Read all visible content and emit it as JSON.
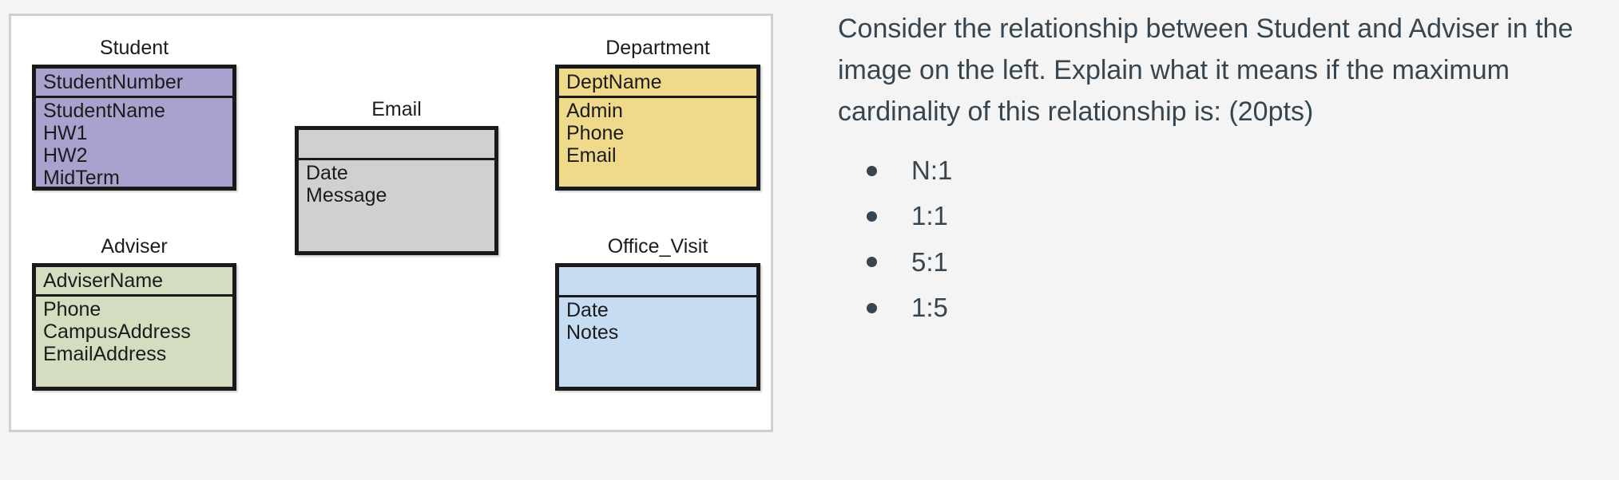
{
  "page": {
    "background_color": "#f4f4f4",
    "text_color": "#36454f"
  },
  "diagram": {
    "panel_background": "#ffffff",
    "panel_border_color": "#cfcfcf",
    "entities": [
      {
        "name": "Student",
        "fill": "#a8a3ce",
        "key": "StudentNumber",
        "attributes": [
          "StudentName",
          "HW1",
          "HW2",
          "MidTerm"
        ]
      },
      {
        "name": "Adviser",
        "fill": "#d5ddc0",
        "key": "AdviserName",
        "attributes": [
          "Phone",
          "CampusAddress",
          "EmailAddress"
        ]
      },
      {
        "name": "Email",
        "fill": "#d0d0d0",
        "key": "",
        "attributes": [
          "Date",
          "Message"
        ]
      },
      {
        "name": "Department",
        "fill": "#efd98a",
        "key": "DeptName",
        "attributes": [
          "Admin",
          "Phone",
          "Email"
        ]
      },
      {
        "name": "Office_Visit",
        "fill": "#c5dcf2",
        "key": "",
        "attributes": [
          "Date",
          "Notes"
        ]
      }
    ]
  },
  "question": {
    "prompt": "Consider the relationship between Student and Adviser in the image on the left. Explain what it means if the maximum cardinality of this relationship is: (20pts)",
    "choices": [
      {
        "label": "N:1"
      },
      {
        "label": "1:1"
      },
      {
        "label": "5:1"
      },
      {
        "label": "1:5"
      }
    ]
  }
}
